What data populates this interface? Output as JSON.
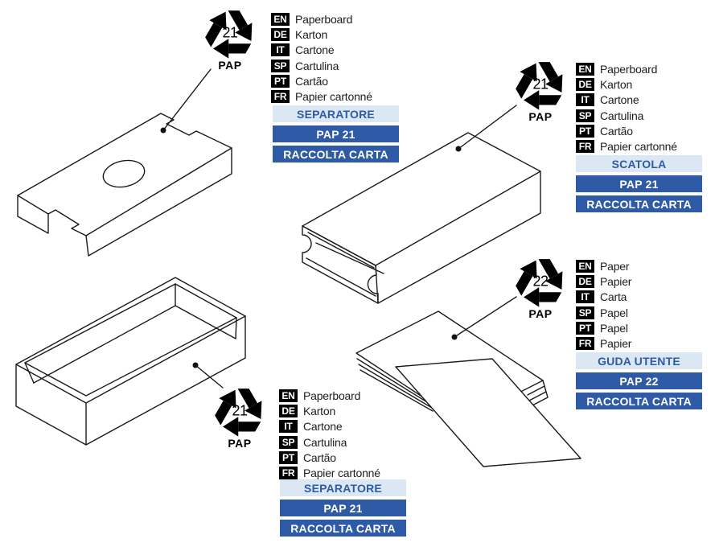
{
  "colors": {
    "accent": "#2F5AA6",
    "bar_light_bg": "#DBE8F4",
    "ink": "#1D1D1B",
    "line_art": "#1A1A1A",
    "code_badge_bg": "#000000"
  },
  "groups": [
    {
      "id": "separator-top",
      "item_label": "SEPARATORE",
      "code_label": "PAP 21",
      "disposal_label": "RACCOLTA CARTA",
      "symbol": {
        "number": "21",
        "material": "PAP"
      },
      "languages": [
        {
          "code": "EN",
          "name": "Paperboard"
        },
        {
          "code": "DE",
          "name": "Karton"
        },
        {
          "code": "IT",
          "name": "Cartone"
        },
        {
          "code": "SP",
          "name": "Cartulina"
        },
        {
          "code": "PT",
          "name": "Cartão"
        },
        {
          "code": "FR",
          "name": "Papier cartonné"
        }
      ]
    },
    {
      "id": "scatola",
      "item_label": "SCATOLA",
      "code_label": "PAP 21",
      "disposal_label": "RACCOLTA CARTA",
      "symbol": {
        "number": "21",
        "material": "PAP"
      },
      "languages": [
        {
          "code": "EN",
          "name": "Paperboard"
        },
        {
          "code": "DE",
          "name": "Karton"
        },
        {
          "code": "IT",
          "name": "Cartone"
        },
        {
          "code": "SP",
          "name": "Cartulina"
        },
        {
          "code": "PT",
          "name": "Cartão"
        },
        {
          "code": "FR",
          "name": "Papier cartonné"
        }
      ]
    },
    {
      "id": "separator-bottom",
      "item_label": "SEPARATORE",
      "code_label": "PAP 21",
      "disposal_label": "RACCOLTA CARTA",
      "symbol": {
        "number": "21",
        "material": "PAP"
      },
      "languages": [
        {
          "code": "EN",
          "name": "Paperboard"
        },
        {
          "code": "DE",
          "name": "Karton"
        },
        {
          "code": "IT",
          "name": "Cartone"
        },
        {
          "code": "SP",
          "name": "Cartulina"
        },
        {
          "code": "PT",
          "name": "Cartão"
        },
        {
          "code": "FR",
          "name": "Papier cartonné"
        }
      ]
    },
    {
      "id": "guida-utente",
      "item_label": "GUDA UTENTE",
      "code_label": "PAP 22",
      "disposal_label": "RACCOLTA CARTA",
      "symbol": {
        "number": "22",
        "material": "PAP"
      },
      "languages": [
        {
          "code": "EN",
          "name": "Paper"
        },
        {
          "code": "DE",
          "name": "Papier"
        },
        {
          "code": "IT",
          "name": "Carta"
        },
        {
          "code": "SP",
          "name": "Papel"
        },
        {
          "code": "PT",
          "name": "Papel"
        },
        {
          "code": "FR",
          "name": "Papier"
        }
      ]
    }
  ]
}
